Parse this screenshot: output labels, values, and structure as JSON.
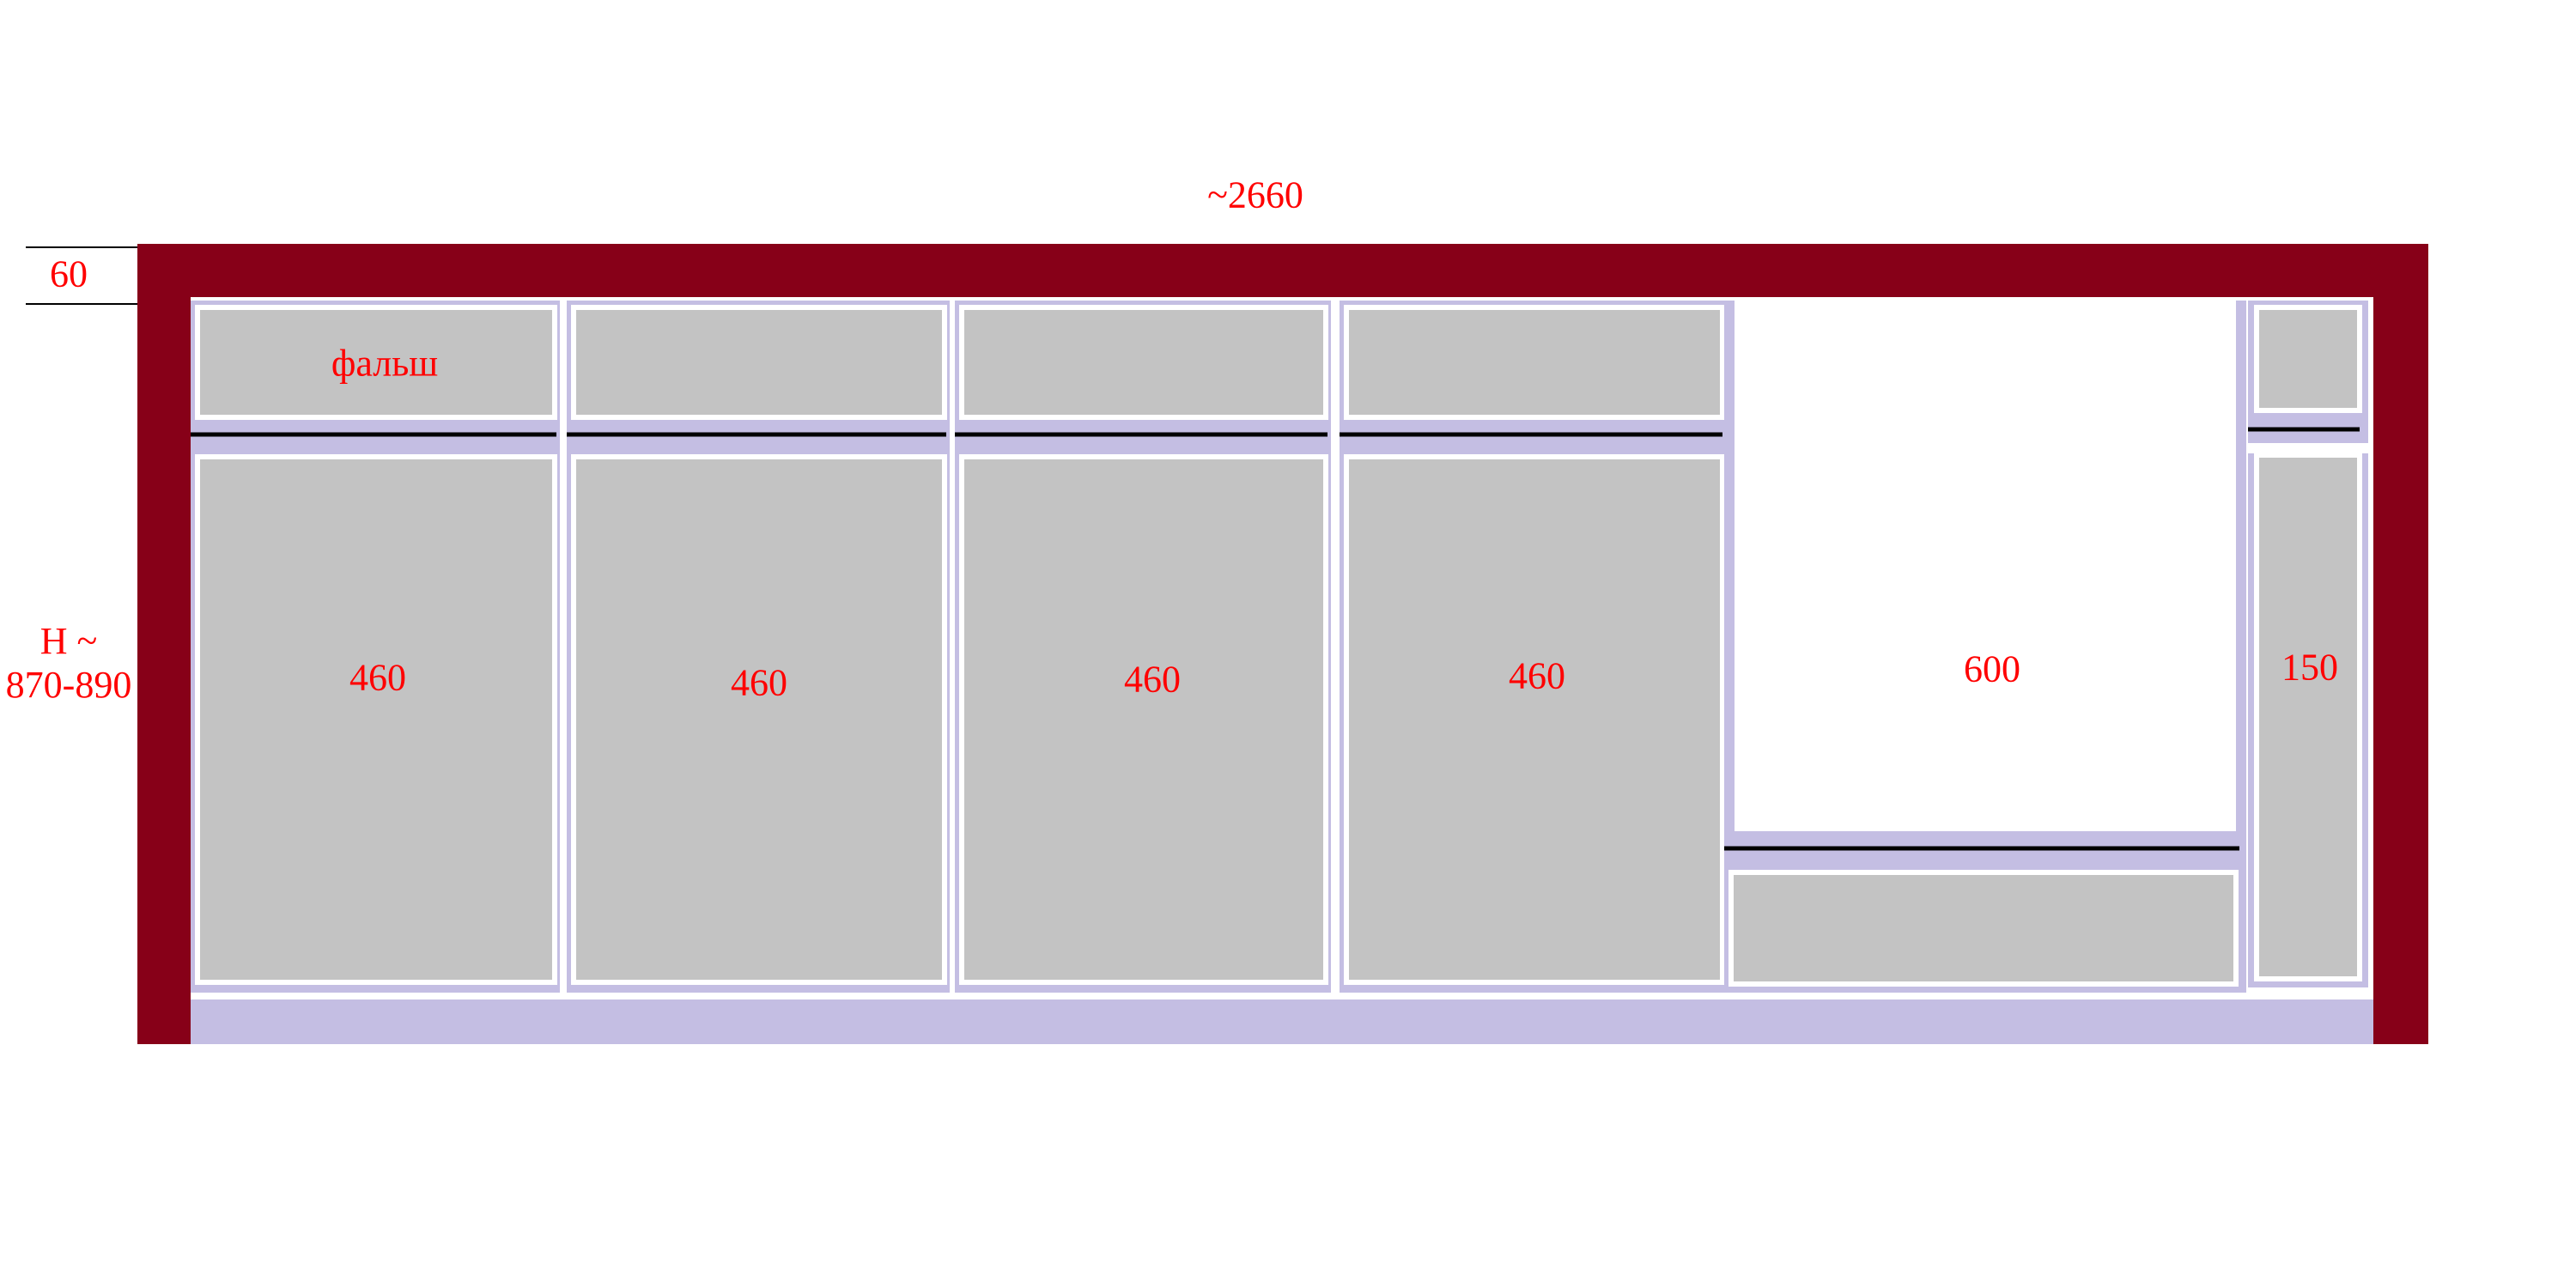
{
  "colors": {
    "frame": "#870018",
    "panel": "#c4bee3",
    "front": "#c3c3c3",
    "front_outline": "#ffffff",
    "dimension_text": "#ff0000",
    "line": "#000000"
  },
  "dimensions": {
    "total_width": "~2660",
    "top_height": "60",
    "height_label_line1": "H ~",
    "height_label_line2": "870-890"
  },
  "modules": [
    {
      "id": "m1",
      "kind": "drawer-column",
      "width_label": "460",
      "top_label": "фальш"
    },
    {
      "id": "m2",
      "kind": "drawer-column",
      "width_label": "460",
      "top_label": ""
    },
    {
      "id": "m3",
      "kind": "drawer-column",
      "width_label": "460",
      "top_label": ""
    },
    {
      "id": "m4",
      "kind": "drawer-column",
      "width_label": "460",
      "top_label": ""
    },
    {
      "id": "m5",
      "kind": "appliance-opening",
      "width_label": "600",
      "top_label": ""
    },
    {
      "id": "m6",
      "kind": "narrow-column",
      "width_label": "150",
      "top_label": ""
    }
  ]
}
